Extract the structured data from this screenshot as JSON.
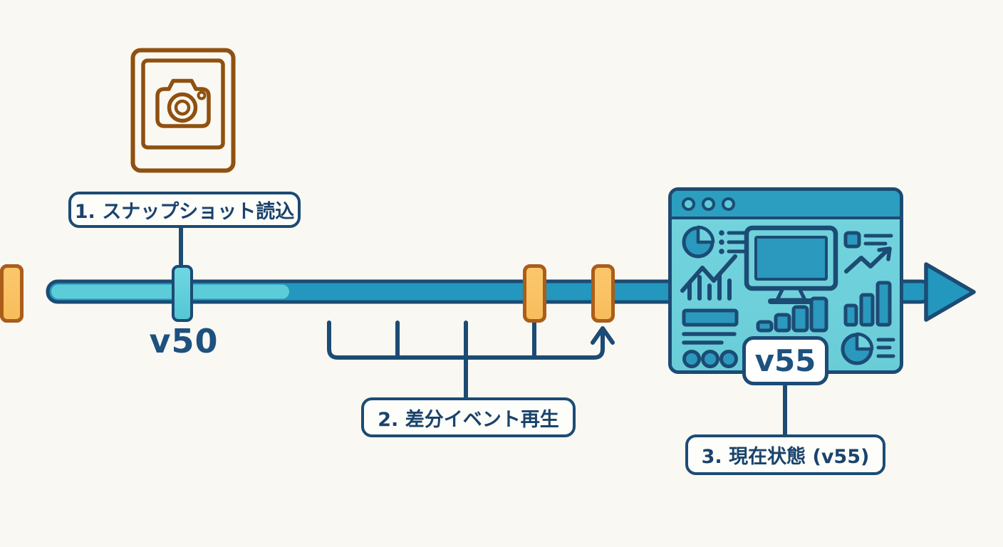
{
  "diagram_type": "snapshot-replay-timeline",
  "colors": {
    "background": "#FAF8F2",
    "navy": "#1C4B74",
    "timeline_dark": "#2397BD",
    "timeline_light": "#5CCCD9",
    "orange_fill": "#F8BD5C",
    "orange_border": "#AB5D1A",
    "panel_body": "#6FD1DB",
    "panel_titlebar": "#2C9EC0"
  },
  "steps": {
    "step1": {
      "label": "1. スナップショット読込"
    },
    "step2": {
      "label": "2. 差分イベント再生"
    },
    "step3": {
      "label": "3. 現在状態 (v55)"
    }
  },
  "timeline": {
    "direction": "left-to-right",
    "start_version": "v50",
    "current_version": "v55",
    "event_tick_count": 5
  },
  "icons": {
    "snapshot": "camera-polaroid-icon",
    "state_panel": "dashboard-window-icon",
    "panel_mini_icons": [
      "pie-chart-icon",
      "bullet-list-icon",
      "combo-line-bar-chart-icon",
      "text-block-icon",
      "dots-row-icon",
      "monitor-icon",
      "signal-bars-icon",
      "checkbox-lines-icon",
      "trend-arrow-icon",
      "bar-chart-icon",
      "pie-chart-list-icon"
    ]
  }
}
